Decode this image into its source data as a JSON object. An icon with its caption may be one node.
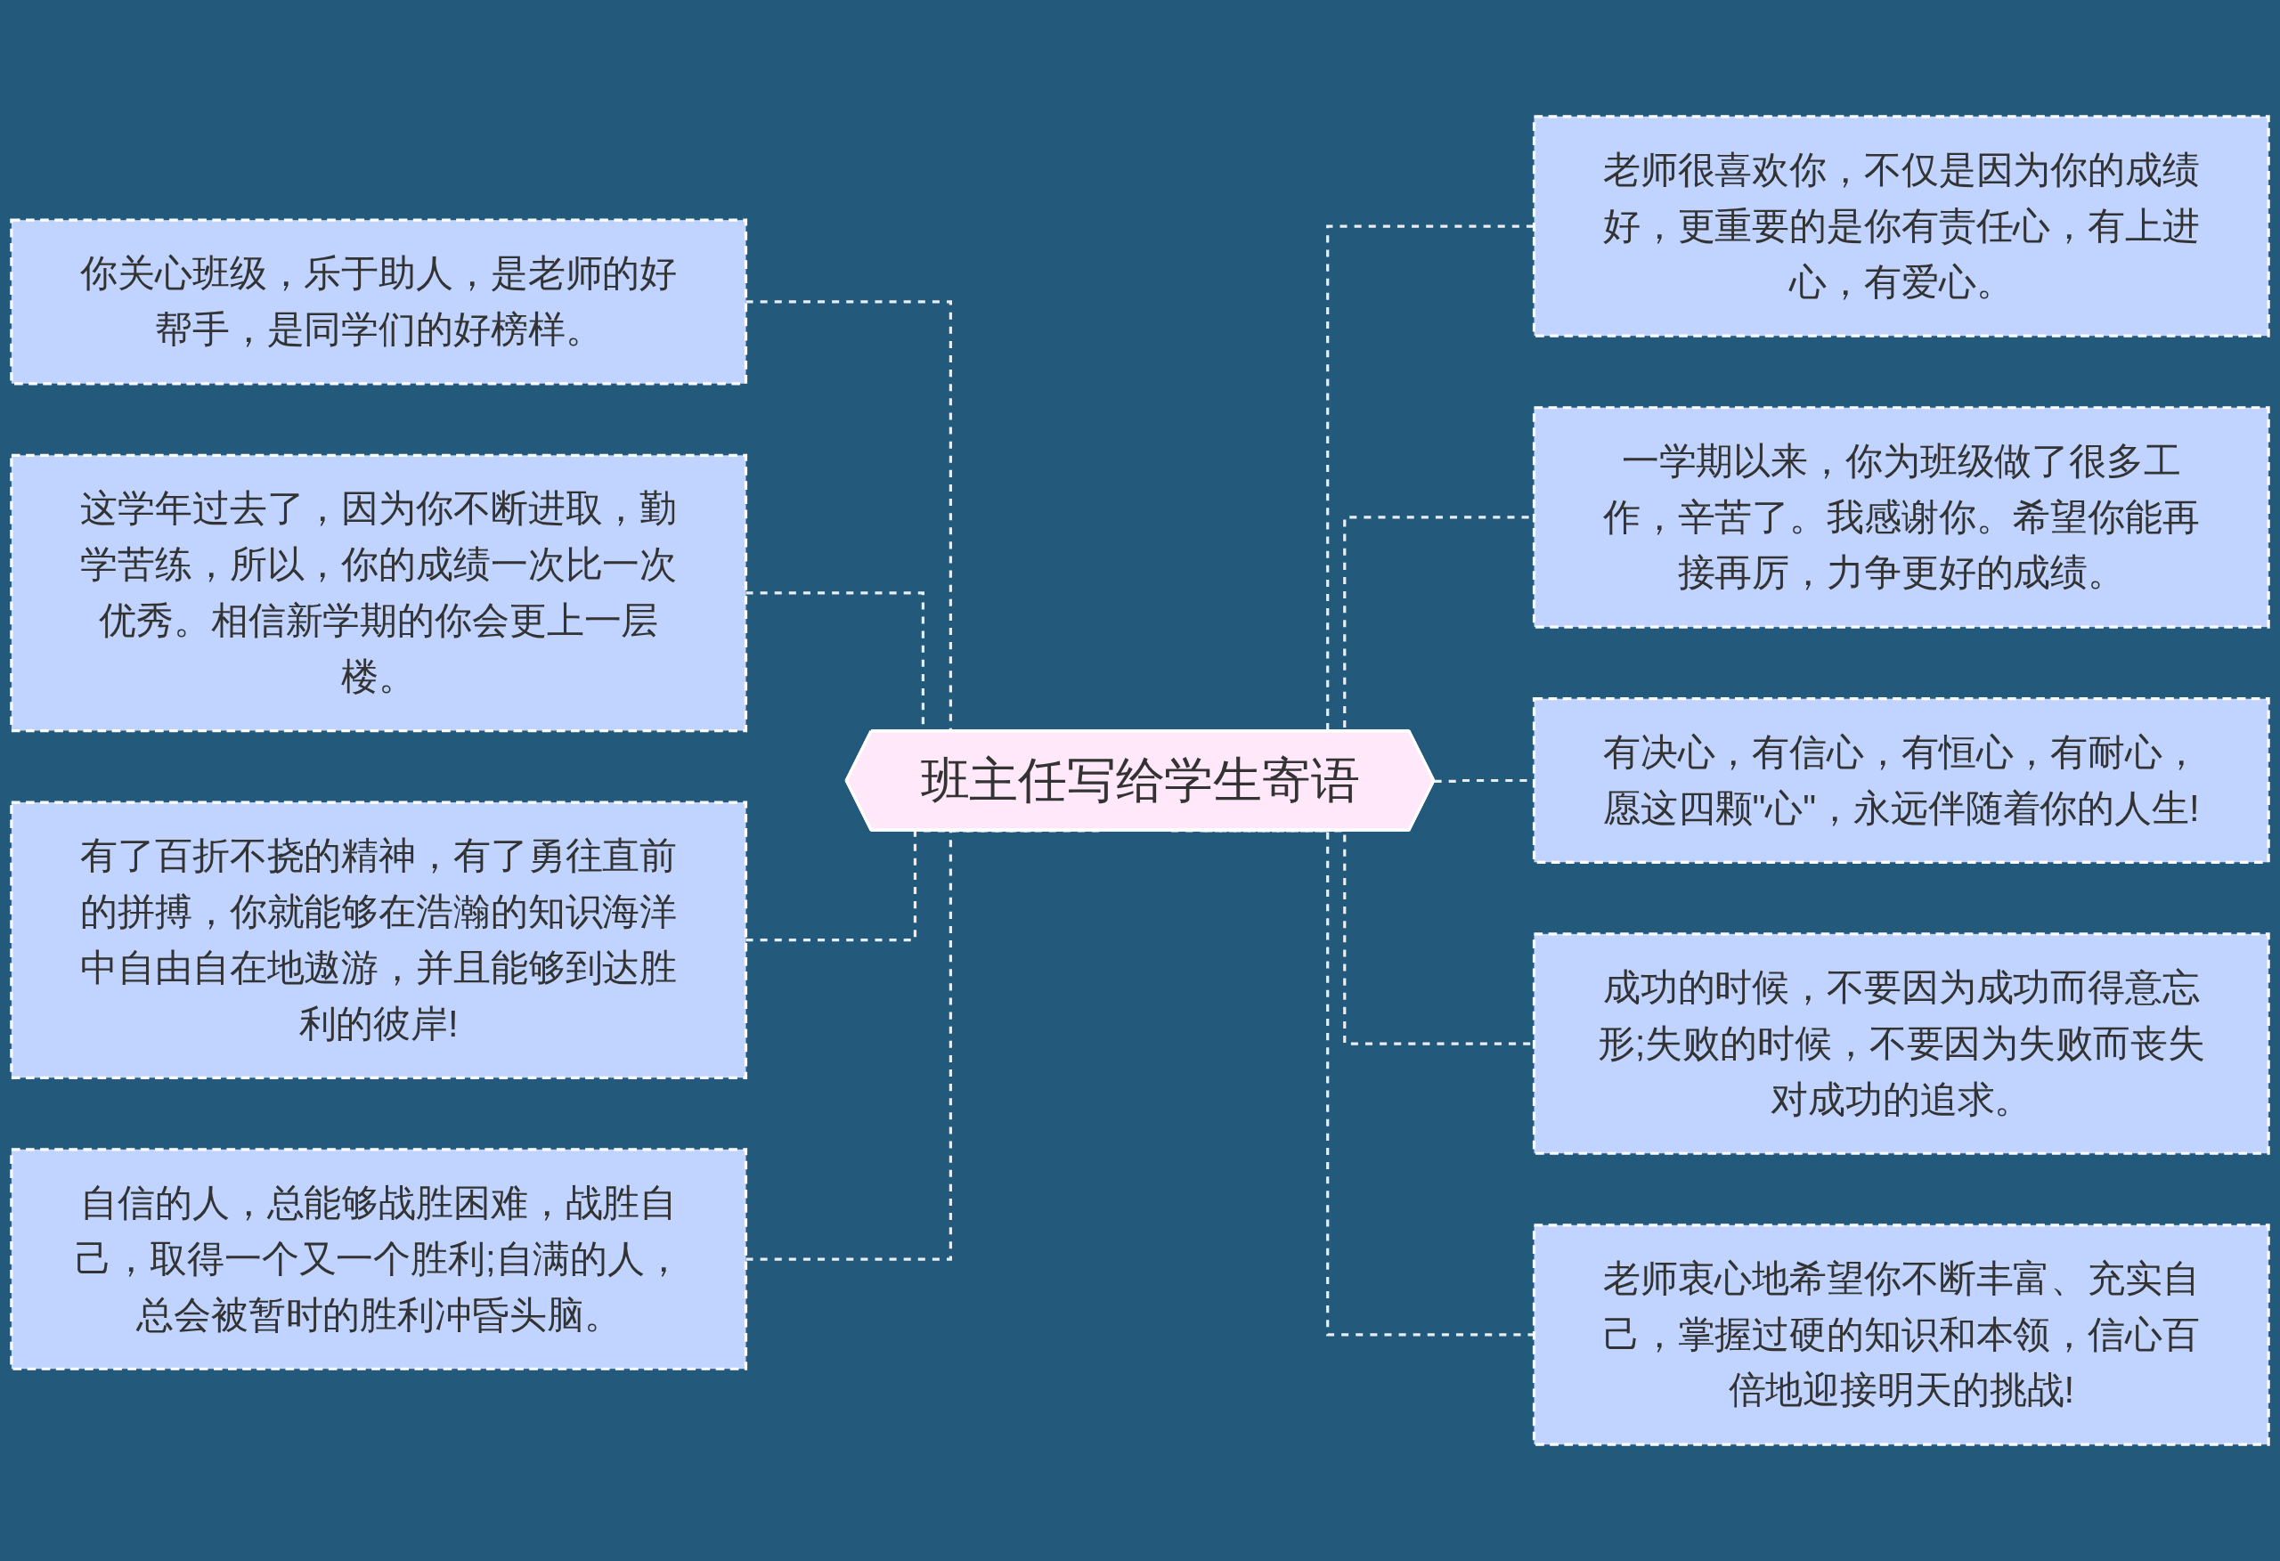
{
  "diagram": {
    "nodes": [
      {
        "text": [
          "班主任写给学生寄语"
        ]
      },
      {
        "text": [
          "你关心班级，乐于助人，是老师的好帮手，是同学们的好榜样。"
        ]
      },
      {
        "text": [
          "这学年过去了，因为你不断进取，勤学苦练，所以，你的成绩一次比一次优秀。相信新学期的你会更上一层楼。"
        ]
      },
      {
        "text": [
          "有了百折不挠的精神，有了勇往直前的拼搏，你就能够在浩瀚的知识海洋中自由自在地遨游，并且能够到达胜利的彼岸!"
        ]
      },
      {
        "text": [
          "自信的人，总能够战胜困难，战胜自己，取得一个又一个胜利;自满的人，总会被暂时的胜利冲昏头脑。"
        ]
      },
      {
        "text": [
          "老师很喜欢你，不仅是因为你的成绩好，更重要的是你有责任心，有上进心，有爱心。"
        ]
      },
      {
        "text": [
          "一学期以来，你为班级做了很多工作，辛苦了。我感谢你。希望你能再接再厉，力争更好的成绩。"
        ]
      },
      {
        "text": [
          "有决心，有信心，有恒心，有耐心，愿这四颗\"心\"，永远伴随着你的人生!"
        ]
      },
      {
        "text": [
          "成功的时候，不要因为成功而得意忘形;失败的时候，不要因为失败而丧失对成功的追求。"
        ]
      },
      {
        "text": [
          "老师衷心地希望你不断丰富、充实自己，掌握过硬的知识和本领，信心百倍地迎接明天的挑战!"
        ]
      }
    ],
    "edges": [
      {
        "from": 1,
        "to": 0,
        "arrow": "none",
        "style": "dashed"
      },
      {
        "from": 2,
        "to": 0,
        "arrow": "none",
        "style": "dashed"
      },
      {
        "from": 3,
        "to": 0,
        "arrow": "none",
        "style": "dashed"
      },
      {
        "from": 4,
        "to": 0,
        "arrow": "none",
        "style": "dashed"
      },
      {
        "from": 0,
        "to": 5,
        "arrow": "none",
        "style": "dashed"
      },
      {
        "from": 0,
        "to": 6,
        "arrow": "none",
        "style": "dashed"
      },
      {
        "from": 0,
        "to": 7,
        "arrow": "none",
        "style": "dashed"
      },
      {
        "from": 0,
        "to": 8,
        "arrow": "none",
        "style": "dashed"
      },
      {
        "from": 0,
        "to": 9,
        "arrow": "none",
        "style": "dashed"
      }
    ]
  }
}
